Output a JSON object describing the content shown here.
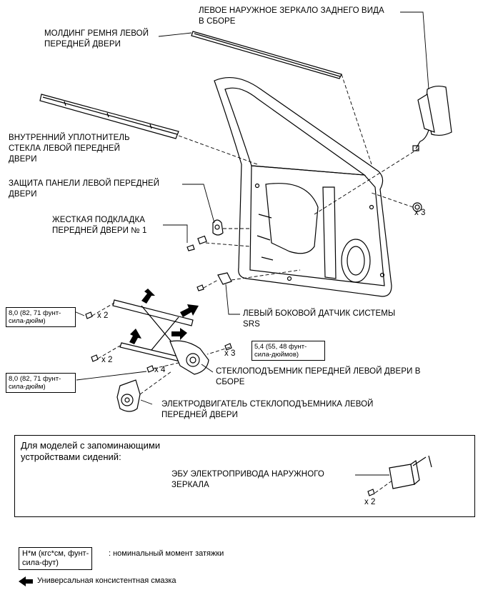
{
  "labels": {
    "mirror": "ЛЕВОЕ НАРУЖНОЕ ЗЕРКАЛО ЗАДНЕГО ВИДА\nВ СБОРЕ",
    "belt_molding": "МОЛДИНГ РЕМНЯ ЛЕВОЙ\nПЕРЕДНЕЙ ДВЕРИ",
    "inner_seal": "ВНУТРЕННИЙ УПЛОТНИТЕЛЬ\nСТЕКЛА ЛЕВОЙ ПЕРЕДНЕЙ\nДВЕРИ",
    "panel_protector": "ЗАЩИТА ПАНЕЛИ ЛЕВОЙ ПЕРЕДНЕЙ\nДВЕРИ",
    "stiffener": "ЖЕСТКАЯ ПОДКЛАДКА\nПЕРЕДНЕЙ ДВЕРИ № 1",
    "srs_sensor": "ЛЕВЫЙ БОКОВОЙ ДАТЧИК СИСТЕМЫ\nSRS",
    "regulator": "СТЕКЛОПОДЪЕМНИК ПЕРЕДНЕЙ ЛЕВОЙ ДВЕРИ В\nСБОРЕ",
    "motor": "ЭЛЕКТРОДВИГАТЕЛЬ СТЕКЛОПОДЪЕМНИКА ЛЕВОЙ\nПЕРЕДНЕЙ ДВЕРИ"
  },
  "torque": {
    "t1": "8,0 (82, 71 фунт-\nсила-дюйм)",
    "t2": "5,4 (55, 48 фунт-\nсила-дюймов)",
    "t3": "8,0 (82, 71 фунт-\nсила-дюйм)"
  },
  "quantities": {
    "q_x3_right": "x 3",
    "q_x2_a": "x 2",
    "q_x2_b": "x 2",
    "q_x3_reg": "x 3",
    "q_x4": "x 4",
    "q_x2_ecu": "x 2"
  },
  "memory": {
    "title": "Для моделей с запоминающими\nустройствами сидений:",
    "ecu_label": "ЭБУ ЭЛЕКТРОПРИВОДА НАРУЖНОГО\nЗЕРКАЛА"
  },
  "legend": {
    "torque_unit": "Н*м (кгс*см, фунт-\nсила-фут)",
    "torque_desc": ": номинальный момент затяжки",
    "grease_desc": "Универсальная консистентная смазка"
  }
}
